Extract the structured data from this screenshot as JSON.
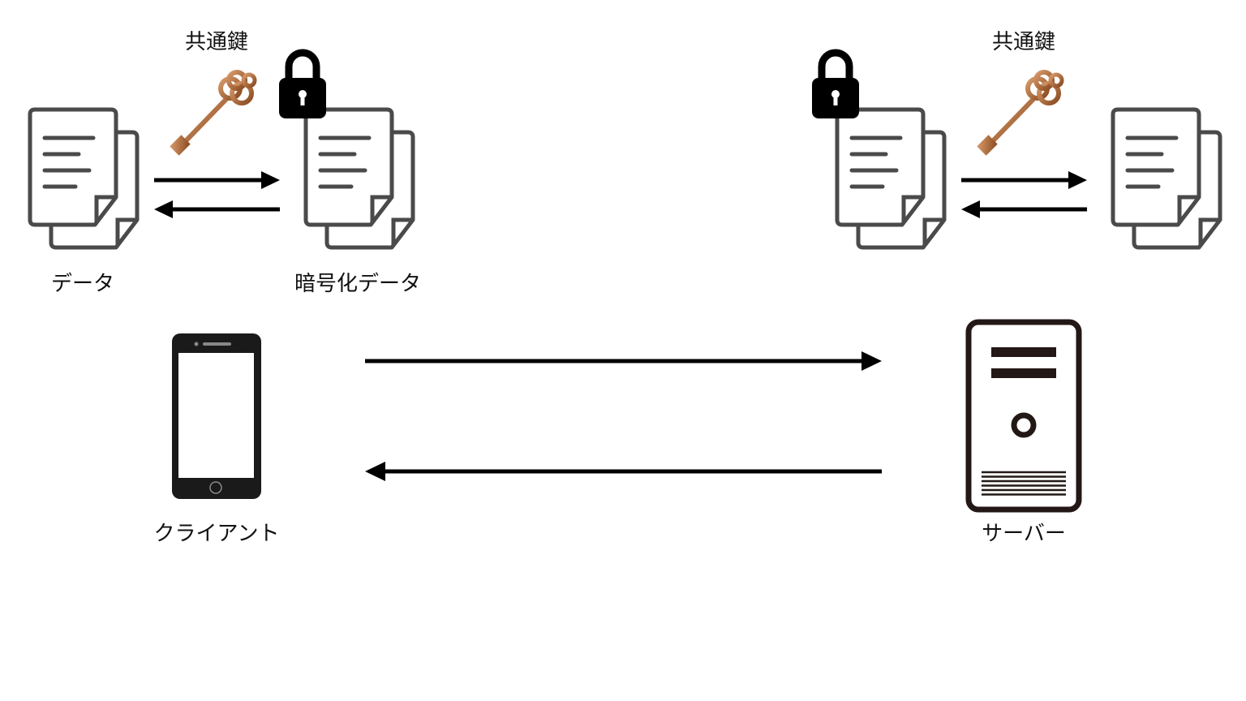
{
  "labels": {
    "shared_key_left": "共通鍵",
    "shared_key_right": "共通鍵",
    "data": "データ",
    "encrypted_data": "暗号化データ",
    "client": "クライアント",
    "server": "サーバー"
  },
  "colors": {
    "doc_stroke": "#4a4a4a",
    "key": "#b06a3b",
    "server": "#231815",
    "arrow": "#000000"
  }
}
